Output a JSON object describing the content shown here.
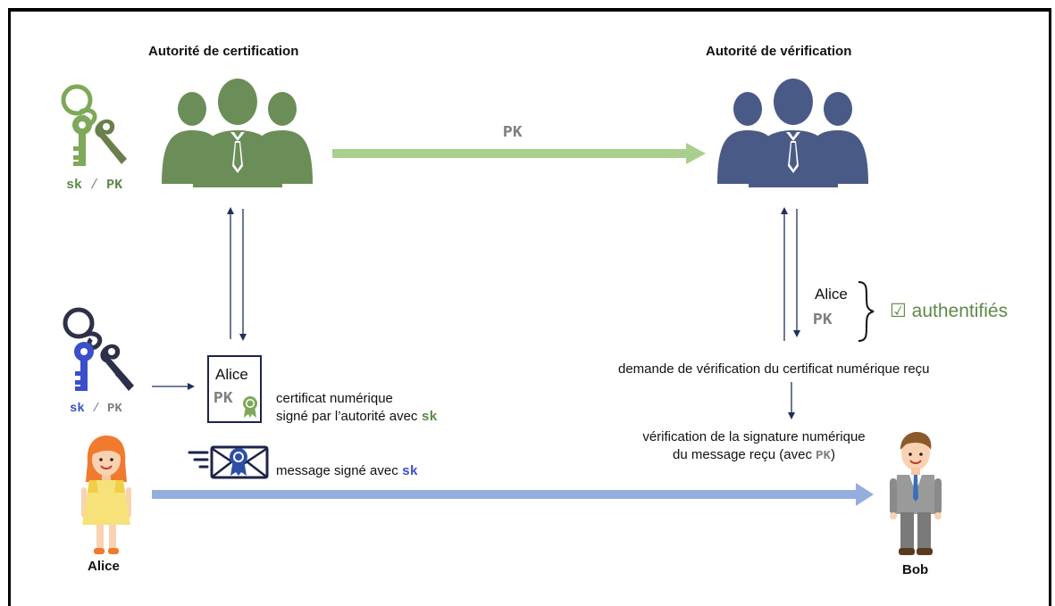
{
  "titles": {
    "ca": "Autorité de certification",
    "va": "Autorité de vérification"
  },
  "arrows": {
    "pk_transfer": "PK"
  },
  "keys": {
    "ca": {
      "sk": "sk",
      "sep": "/",
      "pk": "PK"
    },
    "alice": {
      "sk": "sk",
      "sep": "/",
      "pk": "PK"
    }
  },
  "certificate": {
    "name": "Alice",
    "pk": "PK",
    "caption_line1": "certificat numérique",
    "caption_line2_prefix": "signé par l’autorité avec ",
    "caption_line2_key": "sk"
  },
  "message": {
    "prefix": "message signé avec ",
    "key": "sk"
  },
  "authenticated": {
    "name": "Alice",
    "pk": "PK",
    "check": "☑",
    "label": "authentifiés"
  },
  "verification_request": "demande de vérification du certificat numérique reçu",
  "signature_check": {
    "line1": "vérification de la signature numérique",
    "line2_prefix": "du message reçu (avec ",
    "line2_key": "PK",
    "line2_suffix": ")"
  },
  "people": {
    "alice": "Alice",
    "bob": "Bob"
  },
  "colors": {
    "ca_green": "#6b8e58",
    "va_navy": "#4a5a86",
    "arrow_green": "#a9cf8e",
    "arrow_blue": "#94aede",
    "thin_arrow": "#1f2f5c",
    "key_green": "#7ea85a",
    "key_navy": "#2d3048",
    "key_blue": "#3a4fc9"
  }
}
